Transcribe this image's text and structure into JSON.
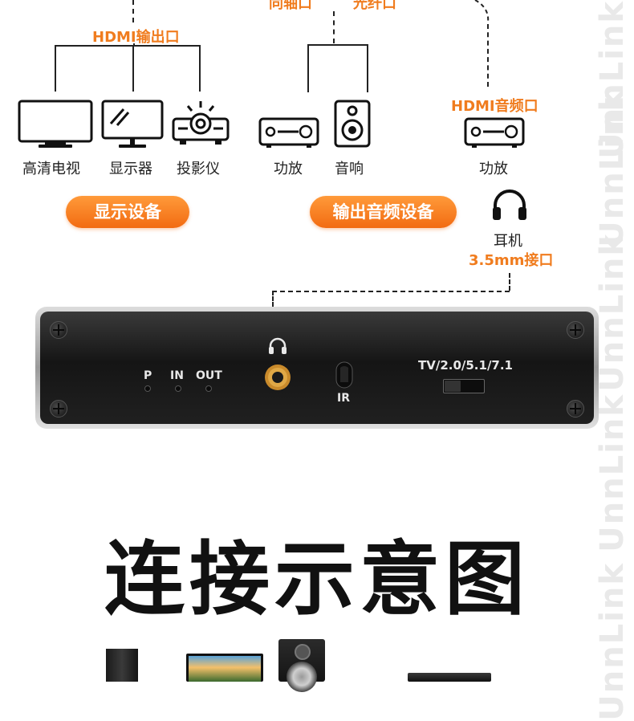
{
  "top_labels": {
    "coax": "同轴口",
    "optical": "光纤口",
    "hdmi_out": "HDMI输出口",
    "hdmi_audio": "HDMI音频口"
  },
  "devices": {
    "hdtv": "高清电视",
    "monitor": "显示器",
    "projector": "投影仪",
    "amp1": "功放",
    "speaker": "音响",
    "amp2": "功放",
    "headphone": "耳机",
    "jack": "3.5mm接口"
  },
  "pills": {
    "display": "显示设备",
    "audio": "输出音频设备"
  },
  "panel": {
    "p": "P",
    "in": "IN",
    "out": "OUT",
    "ir": "IR",
    "mode": "TV/2.0/5.1/7.1"
  },
  "title": "连接示意图",
  "watermark": "UnnLink",
  "colors": {
    "accent": "#f07c1e",
    "text": "#222222"
  }
}
